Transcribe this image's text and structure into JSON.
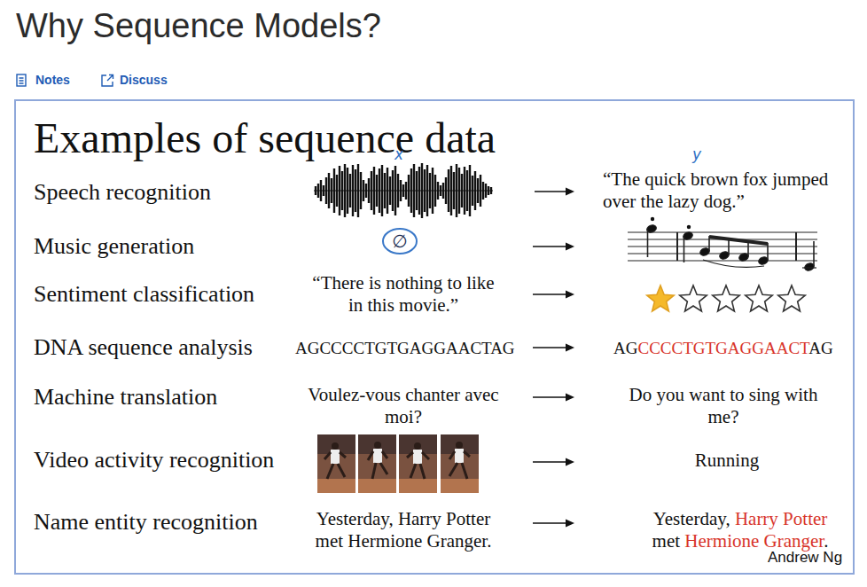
{
  "diagram": {
    "title": "Why Sequence Models?",
    "nodes": [
      {
        "text": [
          "Examples of sequence data"
        ]
      },
      {
        "text": [
          "∅"
        ],
        "in": 0
      }
    ],
    "labels": [
      "Notes",
      "Discuss",
      "x",
      "y",
      "Speech recognition",
      "“The quick brown fox jumped over the lazy dog.”",
      "Music generation",
      "Sentiment classification",
      "“There is nothing to like in this movie.”",
      "DNA sequence analysis",
      "AGCCCCTGTGAGGAACTAG",
      "AG",
      "CCCCTGTGAGGAACT",
      "AG",
      "Machine translation",
      "Voulez-vous chanter avec moi?",
      "Do you want to sing with me?",
      "Video activity recognition",
      "Running",
      "Name entity recognition",
      "Yesterday, Harry Potter met Hermione Granger.",
      "Yesterday,",
      "Harry Potter",
      "met",
      "Hermione Granger",
      ".",
      "Andrew Ng"
    ]
  }
}
